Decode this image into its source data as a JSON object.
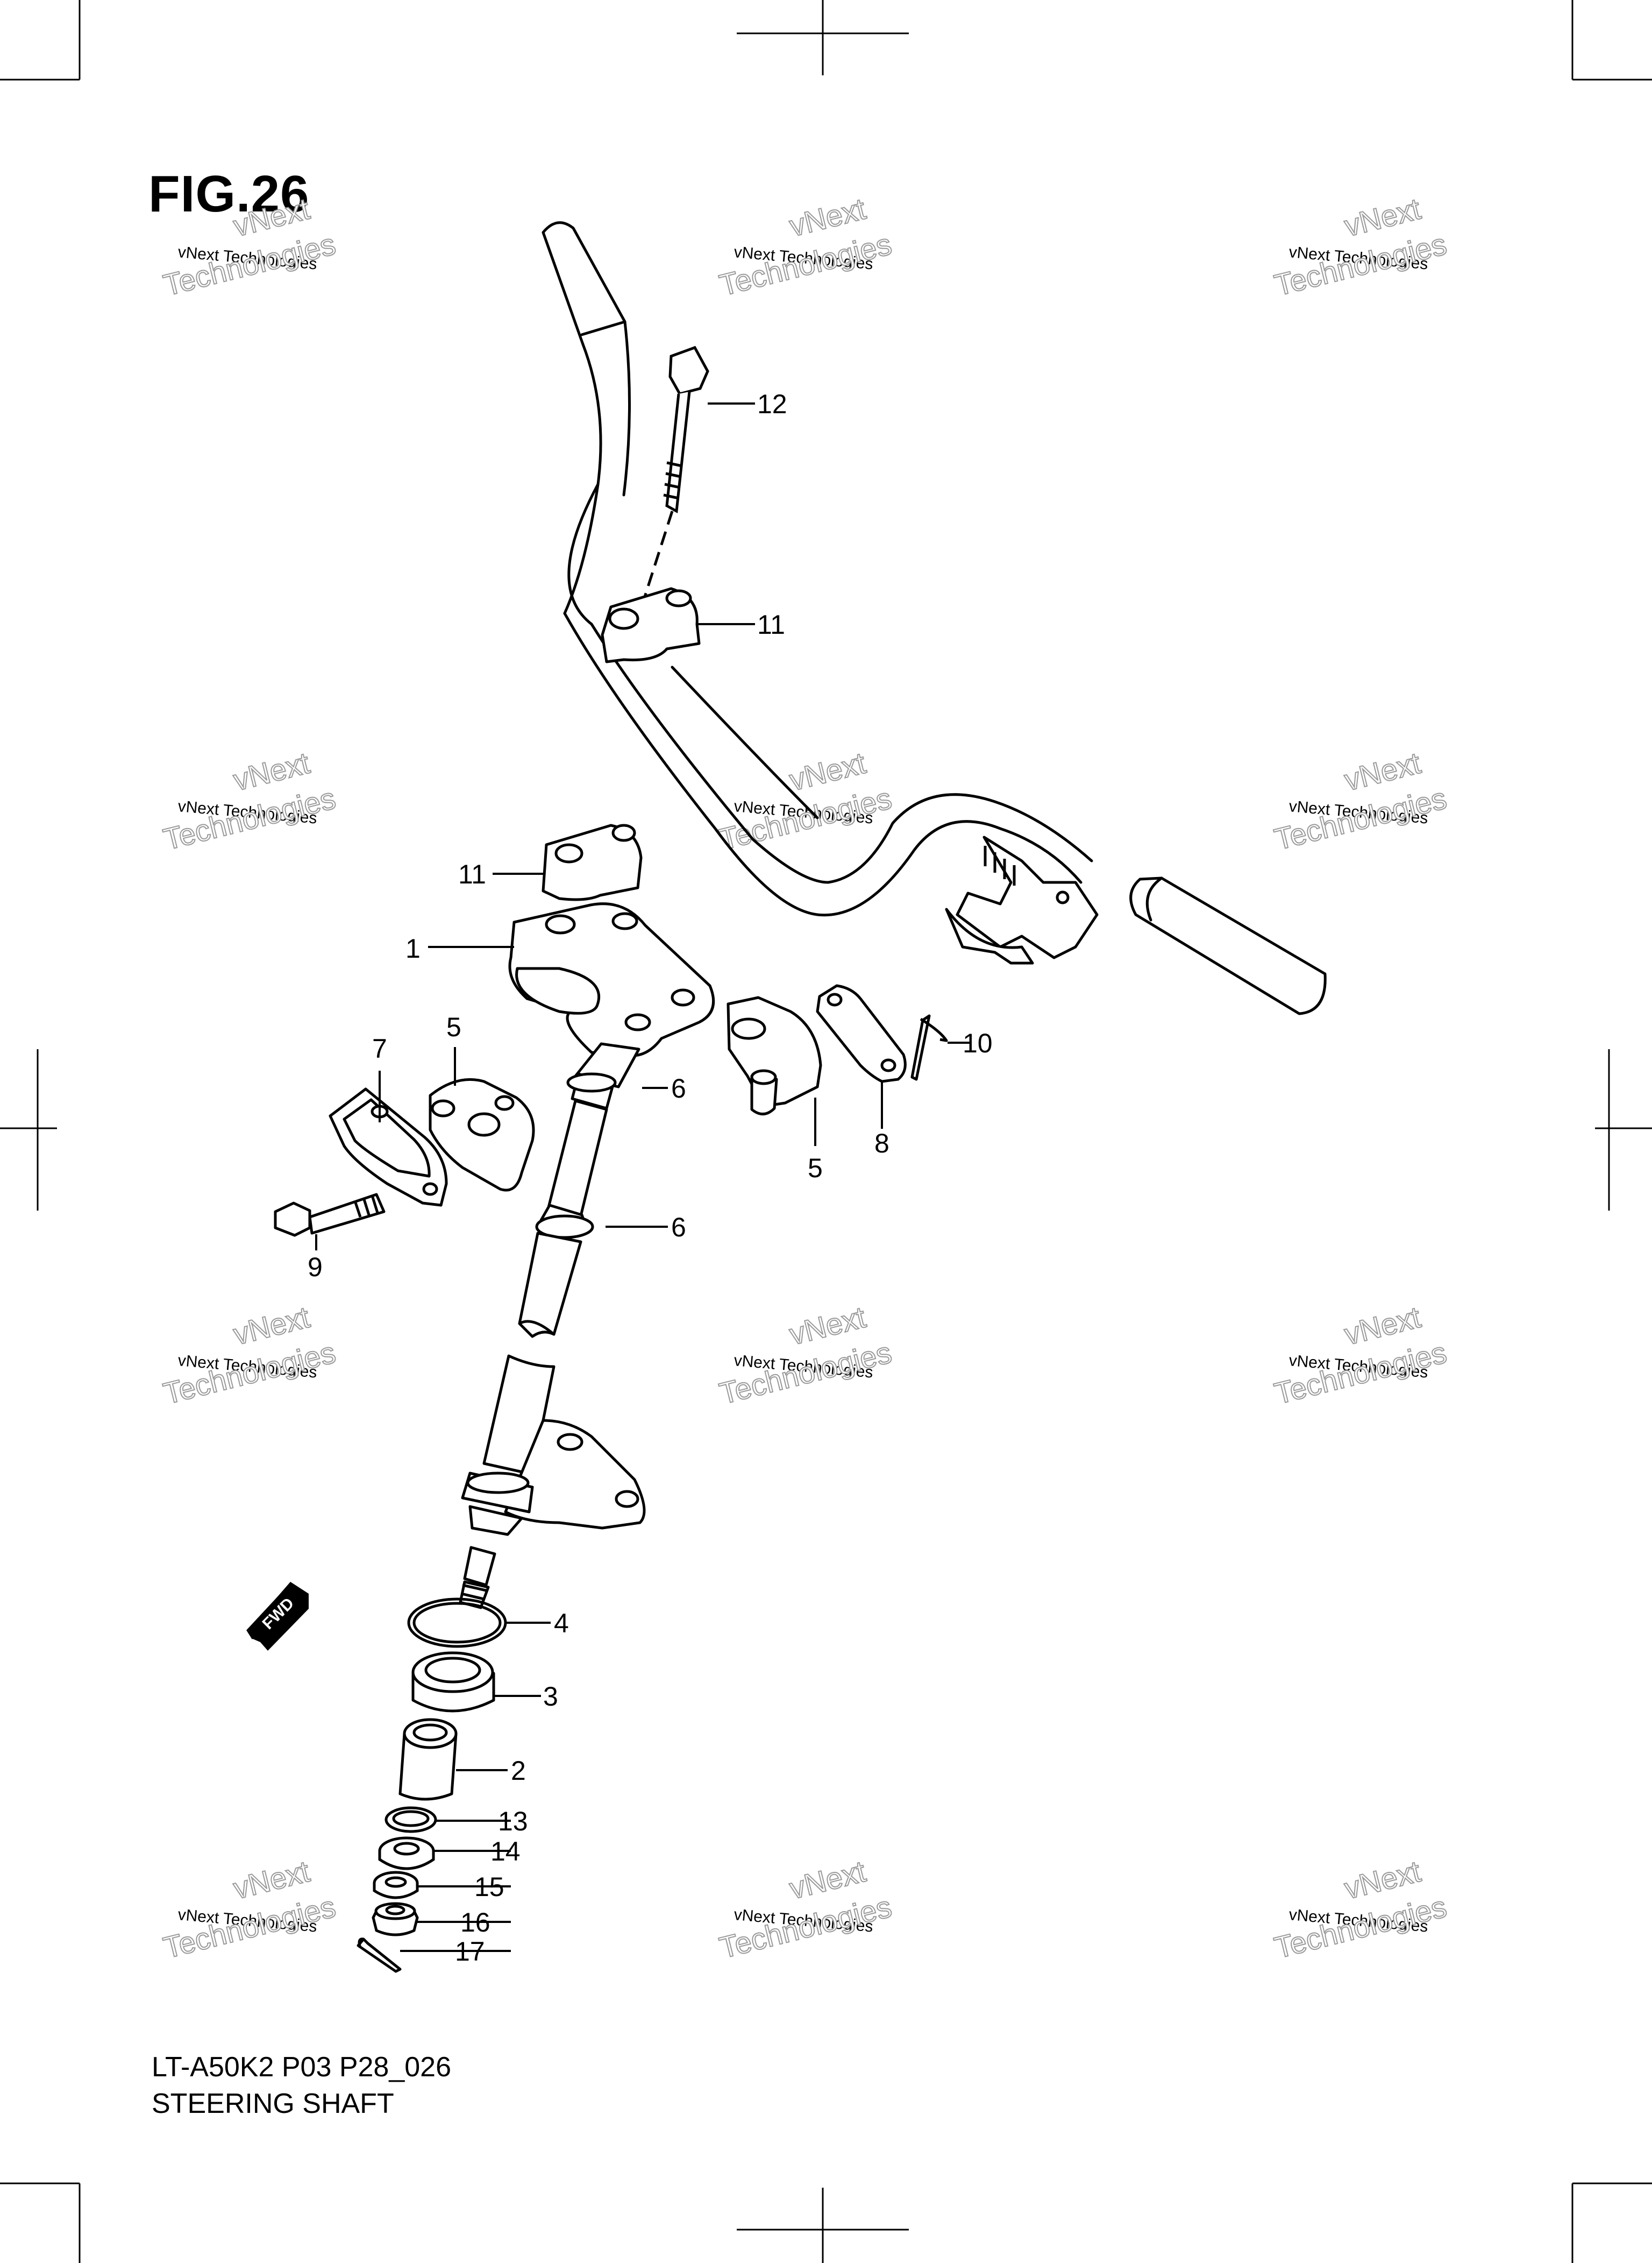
{
  "figure": {
    "title": "FIG.26",
    "code": "LT-A50K2 P03 P28_026",
    "name": "STEERING SHAFT"
  },
  "watermark": {
    "line1": "vNext",
    "line2": "vNext Technologies",
    "line3": "Technologies"
  },
  "fwd_label": "FWD",
  "callouts": [
    {
      "id": "c12",
      "text": "12"
    },
    {
      "id": "c11a",
      "text": "11"
    },
    {
      "id": "c11b",
      "text": "11"
    },
    {
      "id": "c1",
      "text": "1"
    },
    {
      "id": "c7",
      "text": "7"
    },
    {
      "id": "c5a",
      "text": "5"
    },
    {
      "id": "c6a",
      "text": "6"
    },
    {
      "id": "c5b",
      "text": "5"
    },
    {
      "id": "c8",
      "text": "8"
    },
    {
      "id": "c10",
      "text": "10"
    },
    {
      "id": "c6b",
      "text": "6"
    },
    {
      "id": "c9",
      "text": "9"
    },
    {
      "id": "c4",
      "text": "4"
    },
    {
      "id": "c3",
      "text": "3"
    },
    {
      "id": "c2",
      "text": "2"
    },
    {
      "id": "c13",
      "text": "13"
    },
    {
      "id": "c14",
      "text": "14"
    },
    {
      "id": "c15",
      "text": "15"
    },
    {
      "id": "c16",
      "text": "16"
    },
    {
      "id": "c17",
      "text": "17"
    }
  ]
}
